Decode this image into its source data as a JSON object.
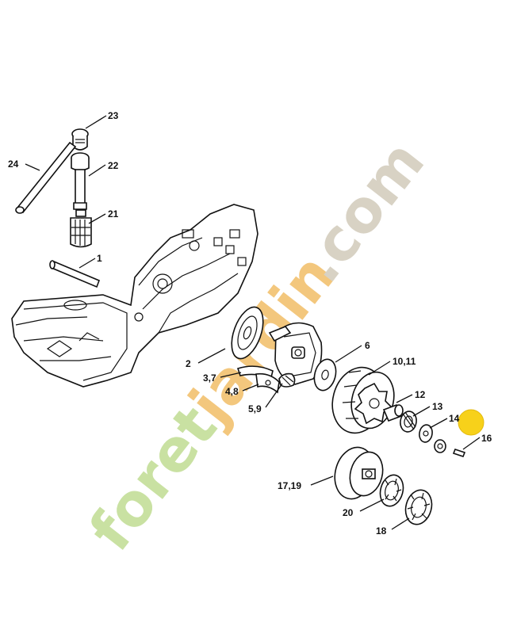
{
  "diagram": {
    "callouts": [
      {
        "id": "c23",
        "text": "23"
      },
      {
        "id": "c24",
        "text": "24"
      },
      {
        "id": "c22",
        "text": "22"
      },
      {
        "id": "c21",
        "text": "21"
      },
      {
        "id": "c1",
        "text": "1"
      },
      {
        "id": "c2",
        "text": "2"
      },
      {
        "id": "c37",
        "text": "3,7"
      },
      {
        "id": "c48",
        "text": "4,8"
      },
      {
        "id": "c59",
        "text": "5,9"
      },
      {
        "id": "c6",
        "text": "6"
      },
      {
        "id": "c1011",
        "text": "10,11"
      },
      {
        "id": "c12",
        "text": "12"
      },
      {
        "id": "c13",
        "text": "13"
      },
      {
        "id": "c14",
        "text": "14"
      },
      {
        "id": "c16",
        "text": "16"
      },
      {
        "id": "c1719",
        "text": "17,19"
      },
      {
        "id": "c20",
        "text": "20"
      },
      {
        "id": "c18",
        "text": "18"
      }
    ],
    "highlight_color": "#f7d11a"
  },
  "watermark": {
    "part1": "foret",
    "part2": "jardin",
    "part3": ".com",
    "color1": "#c9e1a2",
    "color2": "#f3c77d",
    "color3": "#d8d2c4"
  }
}
